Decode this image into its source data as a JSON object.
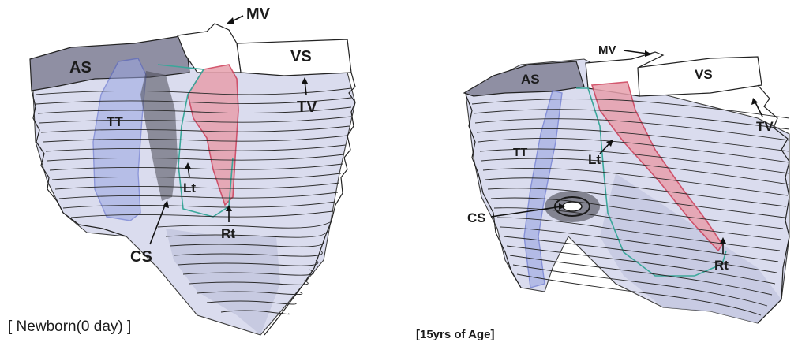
{
  "left_panel": {
    "caption": "[ Newborn(0 day) ]",
    "labels": {
      "mv": "MV",
      "as": "AS",
      "vs": "VS",
      "tt": "TT",
      "tv": "TV",
      "lt": "Lt",
      "rt": "Rt",
      "cs": "CS"
    }
  },
  "right_panel": {
    "caption": "[15yrs of Age]",
    "labels": {
      "mv": "MV",
      "as": "AS",
      "vs": "VS",
      "tt": "TT",
      "tv": "TV",
      "lt": "Lt",
      "rt": "Rt",
      "cs": "CS"
    }
  },
  "colors": {
    "atrial_septum": "#8f8fa3",
    "ventricular_septum": "#ffffff",
    "tendon_of_todaro": "#6f7fd6",
    "left_bundle": "#d9576f",
    "right_bundle": "#3aa79a",
    "shading": "#c9cbe2",
    "line": "#2a2a2a"
  }
}
